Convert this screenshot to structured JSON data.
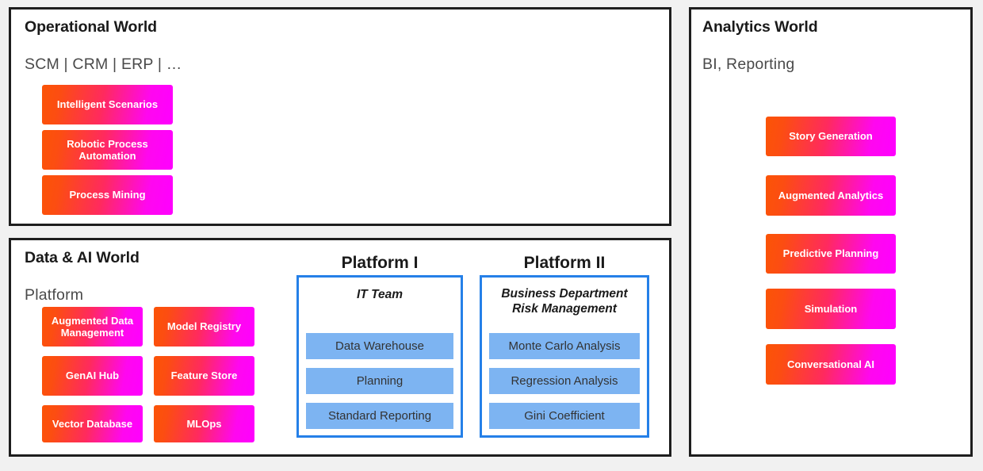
{
  "theme": {
    "background": "#f1f1f1",
    "panel_border": "#1e1e1e",
    "platform_border": "#2580e8",
    "chip_gradient_from": "#fb5406",
    "chip_gradient_to": "#ff00ff",
    "blue_item_fill": "#7db4f2",
    "title_color": "#1a1a1a",
    "subtitle_color": "#4a4a4a"
  },
  "operational_world": {
    "title": "Operational World",
    "subtitle": "SCM | CRM | ERP | …",
    "chips": [
      {
        "label": "Intelligent Scenarios"
      },
      {
        "label": "Robotic Process Automation"
      },
      {
        "label": "Process Mining"
      }
    ]
  },
  "data_ai_world": {
    "title": "Data & AI World",
    "subtitle": "Platform",
    "chips": [
      {
        "label": "Augmented Data Management"
      },
      {
        "label": "Model Registry"
      },
      {
        "label": "GenAI Hub"
      },
      {
        "label": "Feature Store"
      },
      {
        "label": "Vector Database"
      },
      {
        "label": "MLOps"
      }
    ],
    "platforms": [
      {
        "heading": "Platform I",
        "owner": "IT Team",
        "items": [
          {
            "label": "Data Warehouse"
          },
          {
            "label": "Planning"
          },
          {
            "label": "Standard Reporting"
          }
        ]
      },
      {
        "heading": "Platform II",
        "owner": "Business Department Risk Management",
        "owner_line1": "Business Department",
        "owner_line2": "Risk Management",
        "items": [
          {
            "label": "Monte Carlo Analysis"
          },
          {
            "label": "Regression Analysis"
          },
          {
            "label": "Gini Coefficient"
          }
        ]
      }
    ]
  },
  "analytics_world": {
    "title": "Analytics World",
    "subtitle": "BI, Reporting",
    "chips": [
      {
        "label": "Story Generation"
      },
      {
        "label": "Augmented Analytics"
      },
      {
        "label": "Predictive Planning"
      },
      {
        "label": "Simulation"
      },
      {
        "label": "Conversational AI"
      }
    ]
  }
}
